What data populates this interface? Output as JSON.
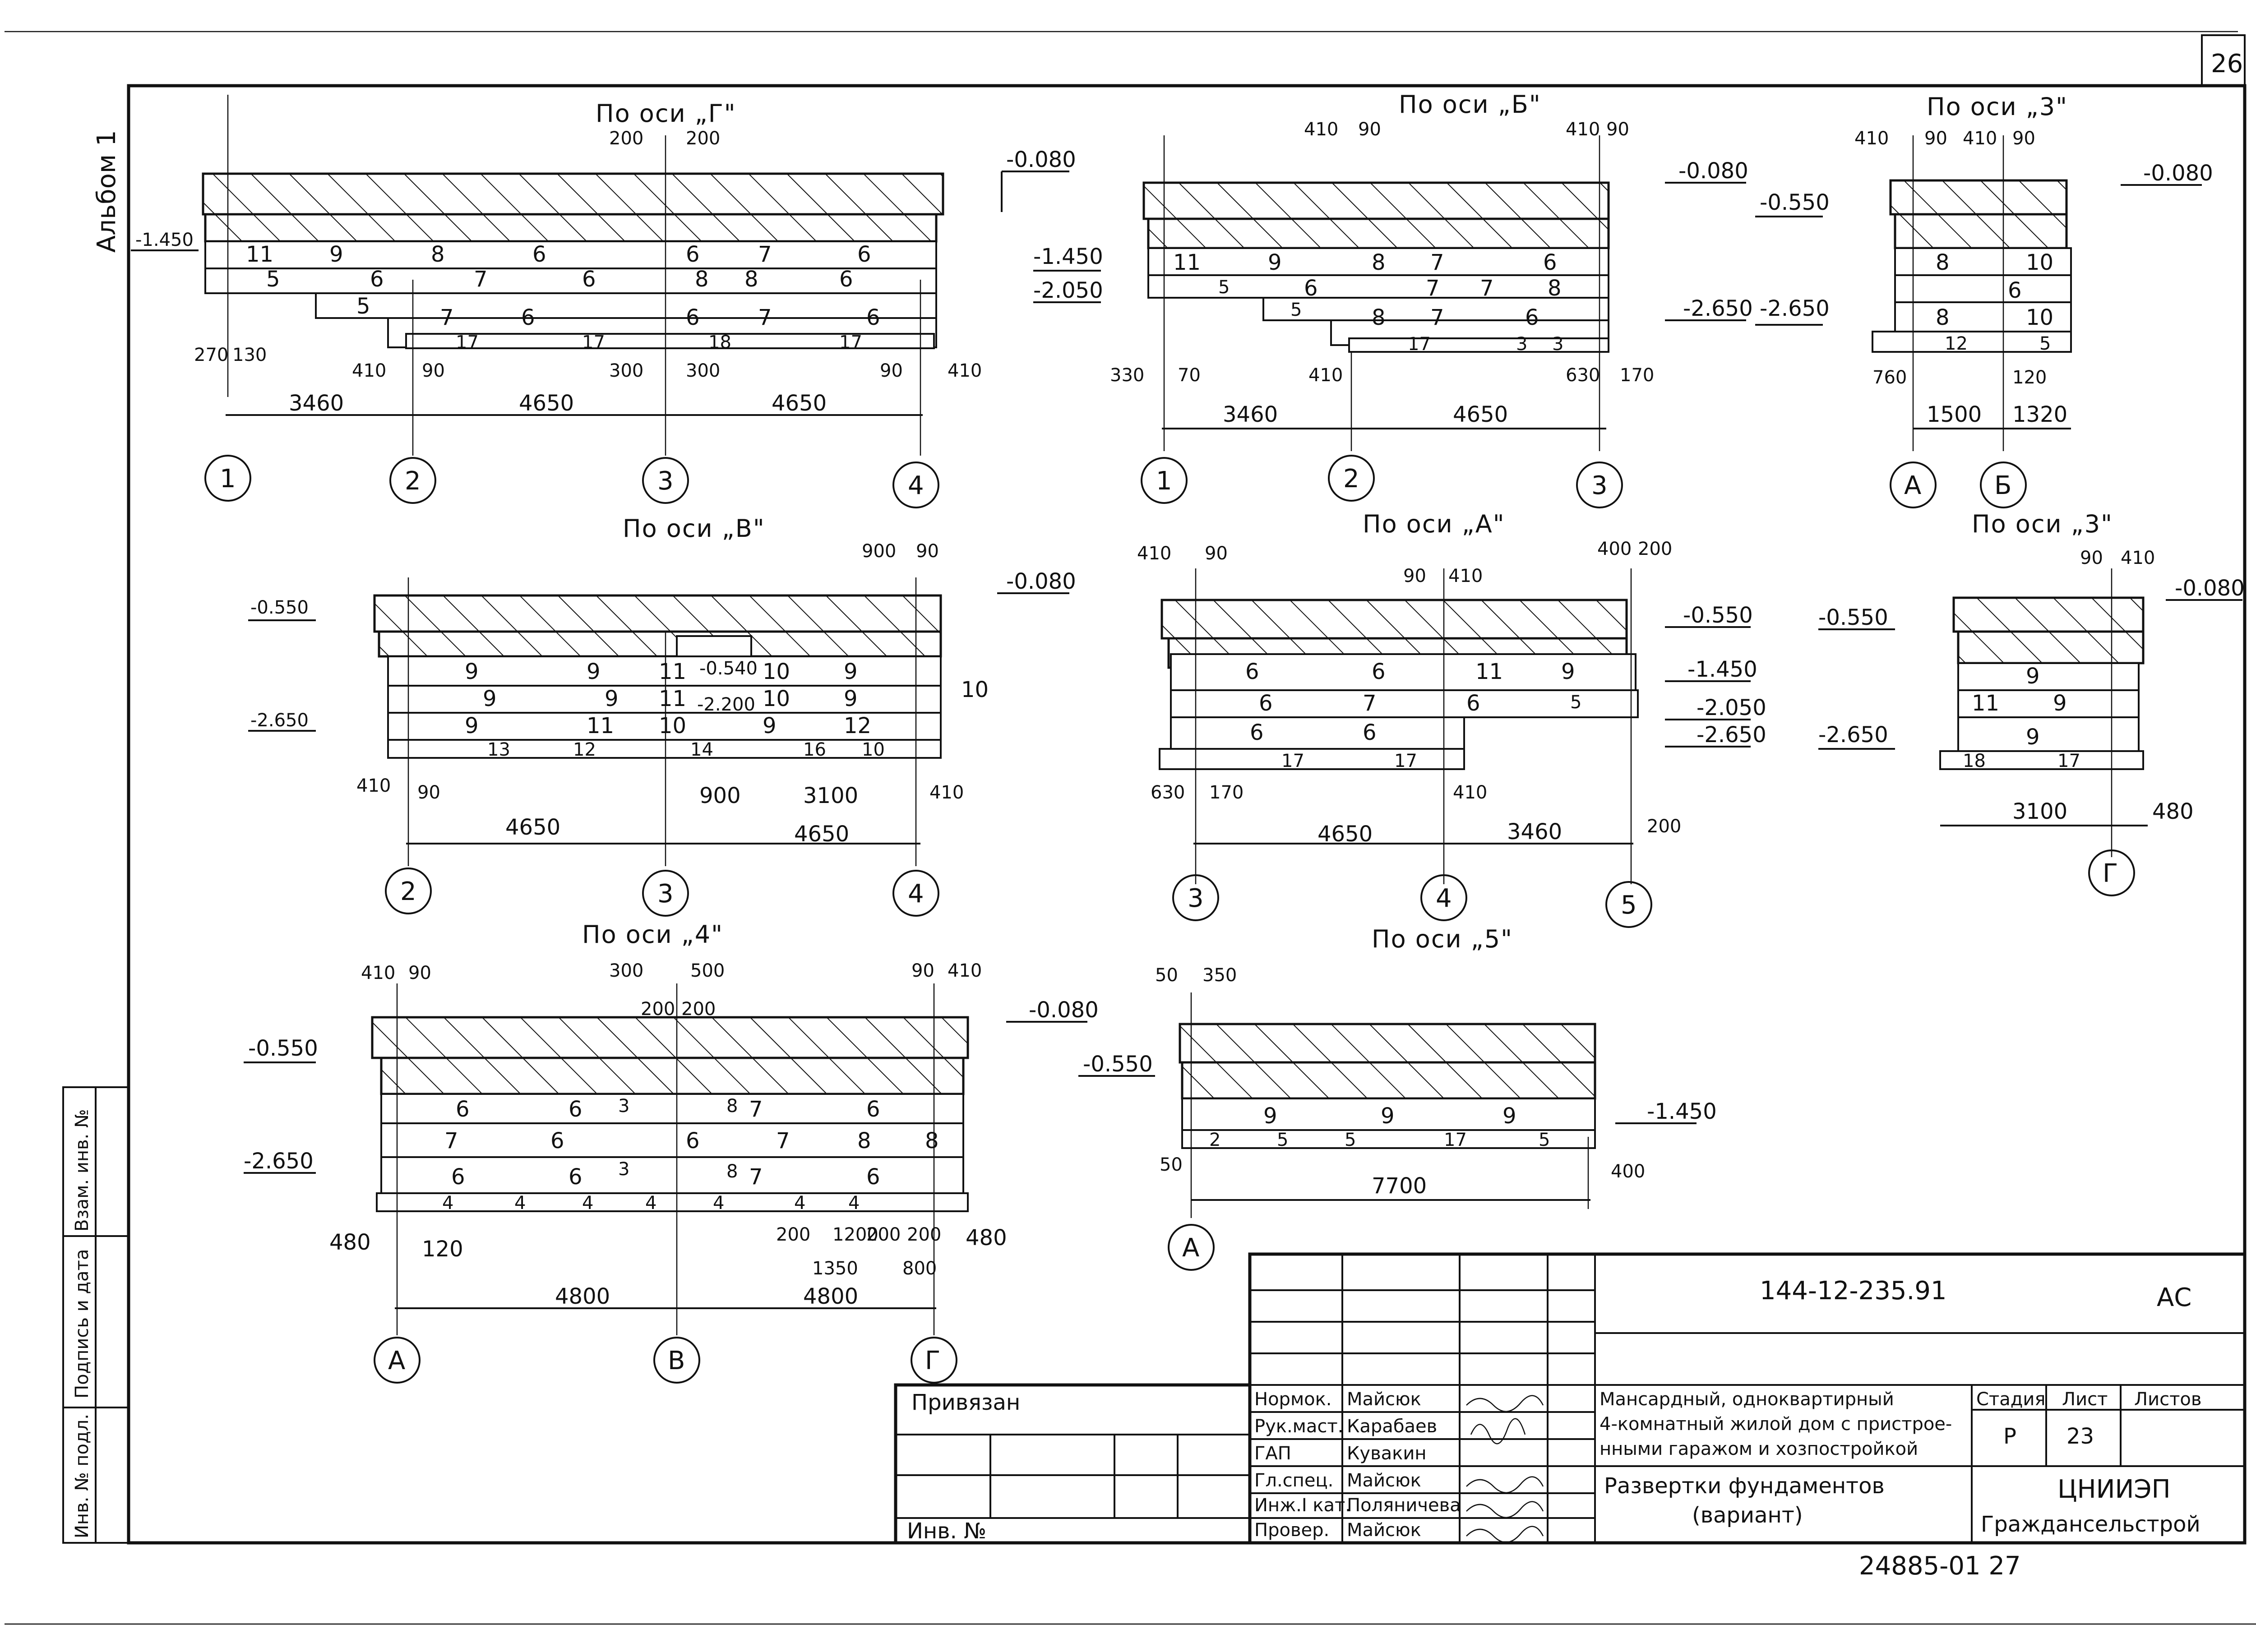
{
  "sheet": {
    "page_number": "26",
    "album_label": "Альбом 1",
    "bottom_number": "24885-01  27",
    "side_stamp": {
      "inv_podl": "Инв. № подл.",
      "podpis_data": "Подпись и дата",
      "vzam_inv": "Взам. инв. №"
    }
  },
  "elevations": [
    {
      "title": "По оси „Г\"",
      "levels": [
        "-0.080",
        "-1.450"
      ],
      "course_marks": [
        "11",
        "9",
        "8",
        "6",
        "6",
        "7",
        "6",
        "5",
        "6",
        "7",
        "6",
        "8",
        "8",
        "6",
        "5",
        "7",
        "6",
        "6",
        "7",
        "6",
        "17",
        "17",
        "18",
        "17"
      ],
      "dims": [
        "270",
        "130",
        "410",
        "90",
        "200",
        "200",
        "300",
        "300",
        "90",
        "410",
        "3460",
        "4650",
        "4650"
      ],
      "axes": [
        "1",
        "2",
        "3",
        "4"
      ]
    },
    {
      "title": "По оси „Б\"",
      "levels": [
        "-0.080",
        "-1.450",
        "-2.050",
        "-2.650"
      ],
      "course_marks": [
        "11",
        "9",
        "8",
        "7",
        "6",
        "5",
        "6",
        "7",
        "7",
        "8",
        "5",
        "8",
        "7",
        "6",
        "17",
        "3",
        "3"
      ],
      "dims": [
        "410",
        "90",
        "410",
        "90",
        "330",
        "70",
        "410",
        "630",
        "170",
        "3460",
        "4650"
      ],
      "axes": [
        "1",
        "2",
        "3"
      ]
    },
    {
      "title": "По оси „3\"",
      "levels": [
        "-0.080",
        "-0.550",
        "-2.650"
      ],
      "course_marks": [
        "8",
        "10",
        "6",
        "8",
        "10",
        "12",
        "5"
      ],
      "dims": [
        "410",
        "90",
        "410",
        "90",
        "760",
        "120",
        "1500",
        "1320"
      ],
      "axes": [
        "А",
        "Б"
      ]
    },
    {
      "title": "По оси „В\"",
      "levels": [
        "-0.080",
        "-0.550",
        "-2.650",
        "-0.540",
        "-2.200"
      ],
      "course_marks": [
        "9",
        "9",
        "11",
        "10",
        "9",
        "9",
        "9",
        "11",
        "10",
        "9",
        "9",
        "11",
        "10",
        "9",
        "12",
        "13",
        "12",
        "14",
        "16",
        "10"
      ],
      "dims": [
        "900",
        "90",
        "410",
        "90",
        "900",
        "3100",
        "410",
        "4650",
        "4650"
      ],
      "axes": [
        "2",
        "3",
        "4"
      ]
    },
    {
      "title": "По оси „А\"",
      "levels": [
        "-0.550",
        "-1.450",
        "-2.050",
        "-2.650"
      ],
      "course_marks": [
        "6",
        "6",
        "11",
        "9",
        "6",
        "7",
        "6",
        "5",
        "6",
        "6",
        "17",
        "17"
      ],
      "dims": [
        "410",
        "90",
        "90",
        "410",
        "400",
        "200",
        "630",
        "170",
        "410",
        "4650",
        "3460",
        "200"
      ],
      "axes": [
        "3",
        "4",
        "5"
      ]
    },
    {
      "title": "По оси „3\"",
      "levels": [
        "-0.080",
        "-0.550",
        "-2.650"
      ],
      "course_marks": [
        "9",
        "11",
        "9",
        "9",
        "18",
        "17"
      ],
      "dims": [
        "90",
        "410",
        "3100",
        "480"
      ],
      "axes": [
        "Г"
      ]
    },
    {
      "title": "По оси „4\"",
      "levels": [
        "-0.080",
        "-0.550",
        "-2.650"
      ],
      "course_marks": [
        "6",
        "6",
        "3",
        "8",
        "7",
        "6",
        "7",
        "6",
        "6",
        "7",
        "8",
        "8",
        "6",
        "6",
        "3",
        "8",
        "7",
        "6",
        "4",
        "4",
        "4",
        "4",
        "4",
        "4",
        "4"
      ],
      "dims": [
        "410",
        "90",
        "300",
        "500",
        "200",
        "200",
        "90",
        "410",
        "480",
        "120",
        "200",
        "1200",
        "200",
        "200",
        "1350",
        "800",
        "480",
        "4800",
        "4800"
      ],
      "axes": [
        "А",
        "В",
        "Г"
      ]
    },
    {
      "title": "По оси „5\"",
      "levels": [
        "-0.550",
        "-1.450"
      ],
      "course_marks": [
        "9",
        "9",
        "9",
        "2",
        "5",
        "5",
        "17",
        "5"
      ],
      "dims": [
        "50",
        "350",
        "50",
        "400",
        "7700"
      ],
      "axes": [
        "А"
      ]
    }
  ],
  "title_block": {
    "doc_code": "144-12-235.91",
    "doc_mark": "АС",
    "privyazan": "Привязан",
    "inv_no": "Инв. №",
    "signatures": [
      {
        "role": "Нормок.",
        "name": "Майсюк"
      },
      {
        "role": "Рук.маст.",
        "name": "Карабаев"
      },
      {
        "role": "ГАП",
        "name": "Кувакин"
      },
      {
        "role": "Гл.спец.",
        "name": "Майсюк"
      },
      {
        "role": "Инж.I кат.",
        "name": "Поляничева"
      },
      {
        "role": "Провер.",
        "name": "Майсюк"
      }
    ],
    "project_name": [
      "Мансардный, одноквартирный",
      "4-комнатный жилой дом с пристрое-",
      "нными гаражом и хозпостройкой"
    ],
    "stage_header": "Стадия",
    "sheet_header": "Лист",
    "sheets_header": "Листов",
    "stage": "Р",
    "sheet": "23",
    "sheet_title": [
      "Развертки фундаментов",
      "(вариант)"
    ],
    "organization": [
      "ЦНИИЭП",
      "Граждансельстрой"
    ]
  }
}
